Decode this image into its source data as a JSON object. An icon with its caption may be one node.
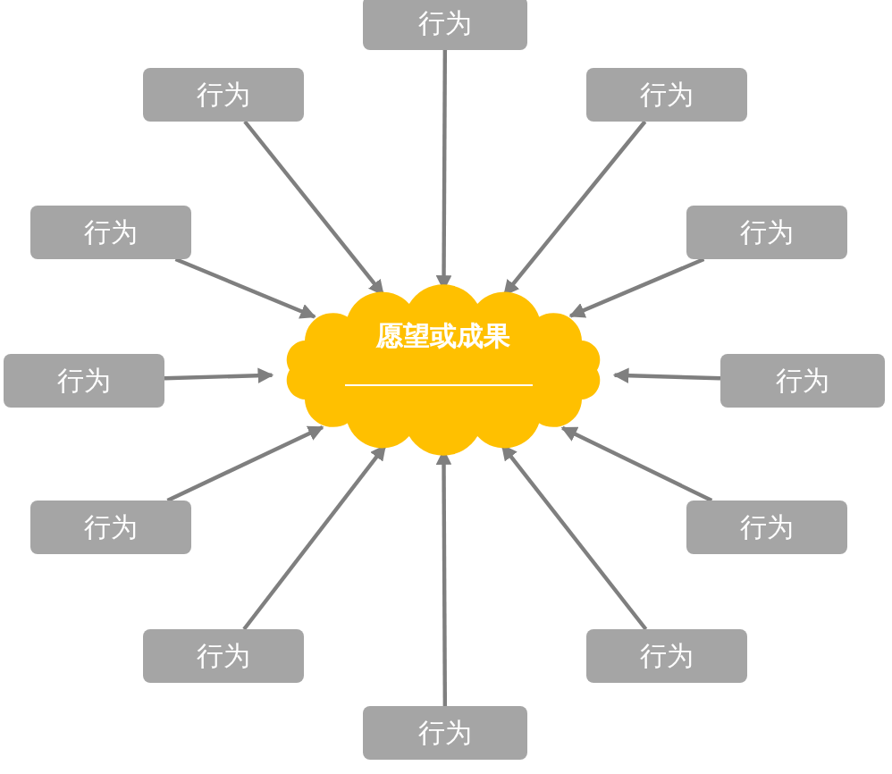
{
  "diagram": {
    "nodes": [
      {
        "text": [
          "行为"
        ]
      },
      {
        "text": [
          "行为"
        ]
      },
      {
        "text": [
          "行为"
        ]
      },
      {
        "text": [
          "行为"
        ]
      },
      {
        "text": [
          "行为"
        ]
      },
      {
        "text": [
          "行为"
        ]
      },
      {
        "text": [
          "愿望或成果"
        ]
      },
      {
        "text": [
          "行为"
        ]
      },
      {
        "text": [
          "行为"
        ]
      },
      {
        "text": [
          "行为"
        ]
      },
      {
        "text": [
          "行为"
        ]
      },
      {
        "text": [
          "行为"
        ]
      },
      {
        "text": [
          "行为"
        ]
      }
    ],
    "edges": [
      {
        "from": 0,
        "to": 6,
        "arrow": "to"
      },
      {
        "from": 1,
        "to": 6,
        "arrow": "to"
      },
      {
        "from": 2,
        "to": 6,
        "arrow": "to"
      },
      {
        "from": 3,
        "to": 6,
        "arrow": "to"
      },
      {
        "from": 4,
        "to": 6,
        "arrow": "to"
      },
      {
        "from": 5,
        "to": 6,
        "arrow": "to"
      },
      {
        "from": 7,
        "to": 6,
        "arrow": "to"
      },
      {
        "from": 8,
        "to": 6,
        "arrow": "to"
      },
      {
        "from": 9,
        "to": 6,
        "arrow": "to"
      },
      {
        "from": 10,
        "to": 6,
        "arrow": "to"
      },
      {
        "from": 11,
        "to": 6,
        "arrow": "to"
      },
      {
        "from": 12,
        "to": 6,
        "arrow": "to"
      }
    ]
  }
}
